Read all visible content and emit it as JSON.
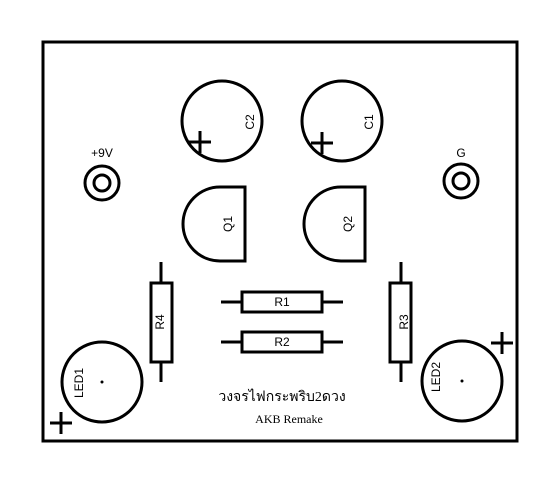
{
  "title": "วงจรไฟกระพริบ2ดวง",
  "subtitle": "AKB Remake",
  "components": {
    "c1": "C1",
    "c2": "C2",
    "q1": "Q1",
    "q2": "Q2",
    "r1": "R1",
    "r2": "R2",
    "r3": "R3",
    "r4": "R4",
    "led1": "LED1",
    "led2": "LED2"
  },
  "terminals": {
    "plus9v": "+9V",
    "ground": "G"
  },
  "polarity_mark": "+"
}
